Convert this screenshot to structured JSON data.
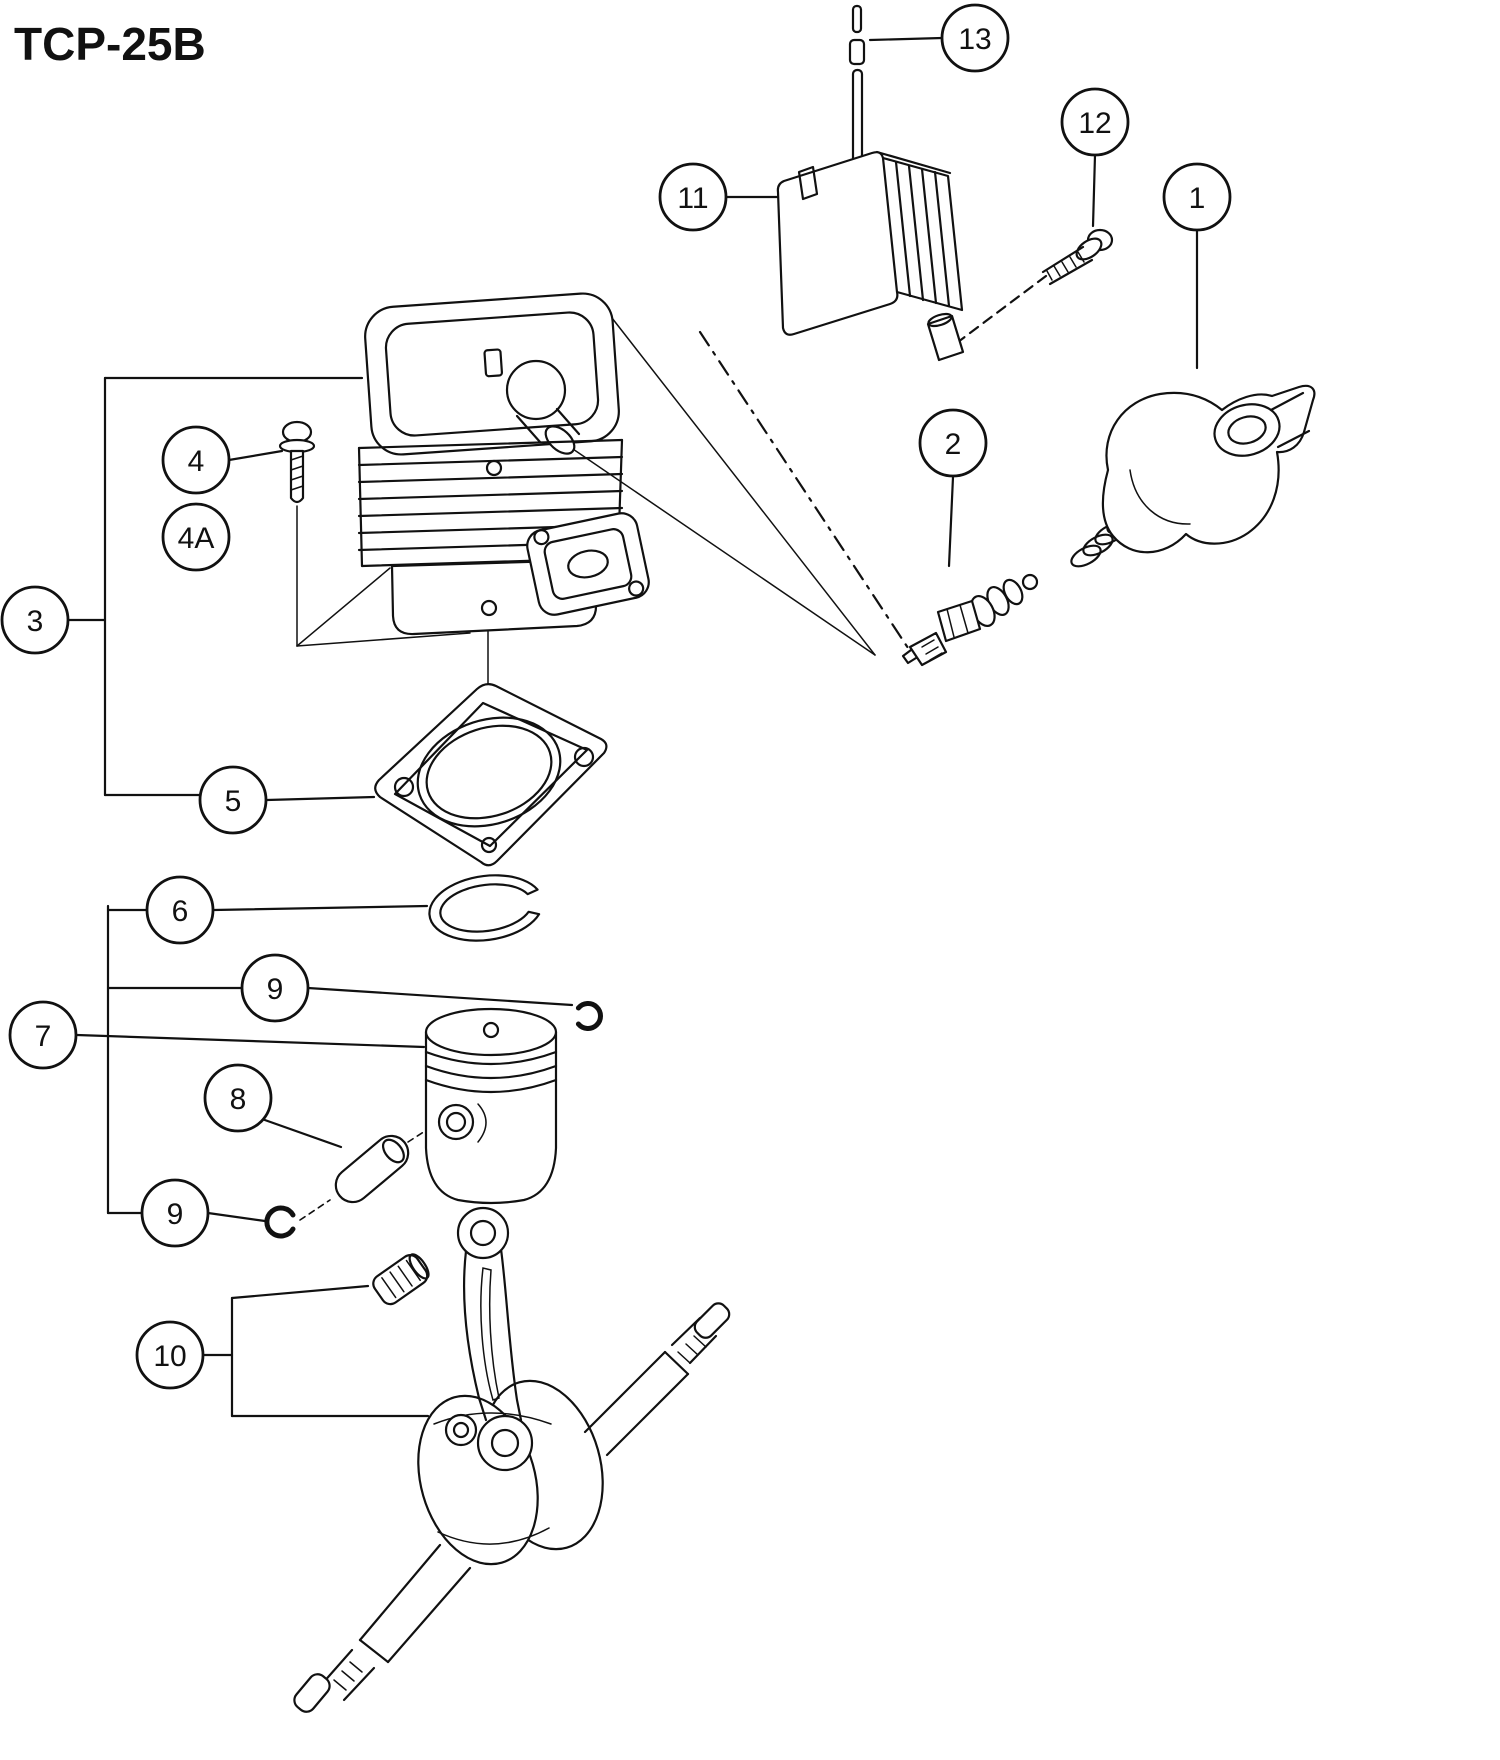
{
  "title": "TCP-25B",
  "colors": {
    "ink": "#111111",
    "background": "#ffffff"
  },
  "callouts": {
    "c1": "1",
    "c2": "2",
    "c3": "3",
    "c4": "4",
    "c4a": "4A",
    "c5": "5",
    "c6": "6",
    "c7": "7",
    "c8": "8",
    "c9a": "9",
    "c9b": "9",
    "c10": "10",
    "c11": "11",
    "c12": "12",
    "c13": "13"
  }
}
